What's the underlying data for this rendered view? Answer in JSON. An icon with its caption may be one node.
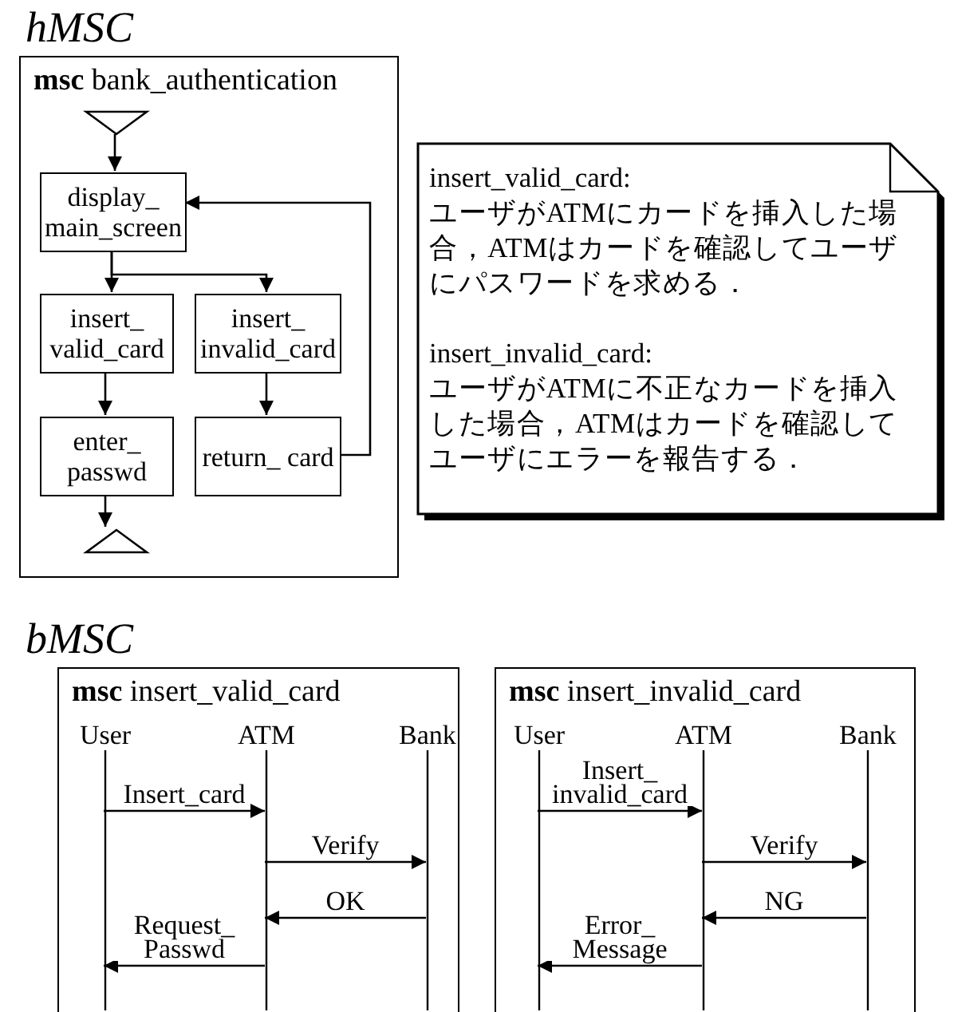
{
  "diagram": {
    "nodes": [
      {
        "text": [
          "**msc** bank_authentication"
        ]
      },
      {
        "text": [],
        "shape": "triangle",
        "in": 0
      },
      {
        "text": [
          "display_ main_screen"
        ],
        "in": 0
      },
      {
        "text": [
          "insert_ valid_card"
        ],
        "in": 0
      },
      {
        "text": [
          "insert_ invalid_card"
        ],
        "in": 0
      },
      {
        "text": [
          "enter_ passwd"
        ],
        "in": 0
      },
      {
        "text": [
          "return_ card"
        ],
        "in": 0
      },
      {
        "text": [],
        "shape": "triangle",
        "in": 0
      },
      {
        "text": [
          "insert_valid_card:",
          "ユーザがATMにカードを挿入した場合，ATMはカードを確認してユーザにパスワードを求める．",
          "insert_invalid_card:",
          "ユーザがATMに不正なカードを挿入した場合，ATMはカードを確認してユーザにエラーを報告する．"
        ]
      },
      {
        "text": [
          "**msc** insert_valid_card"
        ]
      },
      {
        "text": [
          "User"
        ],
        "in": 9
      },
      {
        "text": [
          "ATM"
        ],
        "in": 9
      },
      {
        "text": [
          "Bank"
        ],
        "in": 9
      },
      {
        "text": [
          "**msc** insert_invalid_card"
        ]
      },
      {
        "text": [
          "User"
        ],
        "in": 13
      },
      {
        "text": [
          "ATM"
        ],
        "in": 13
      },
      {
        "text": [
          "Bank"
        ],
        "in": 13
      }
    ],
    "edges": [
      {
        "from": 1,
        "to": 2,
        "arrow": "to"
      },
      {
        "from": 2,
        "to": 3,
        "arrow": "to"
      },
      {
        "from": 2,
        "to": 4,
        "arrow": "to"
      },
      {
        "from": 3,
        "to": 5,
        "arrow": "to"
      },
      {
        "from": 4,
        "to": 6,
        "arrow": "to"
      },
      {
        "from": 6,
        "to": 2,
        "arrow": "to"
      },
      {
        "from": 5,
        "to": 7,
        "arrow": "to"
      },
      {
        "from": 10,
        "to": 11,
        "arrow": "to",
        "label": "Insert_card"
      },
      {
        "from": 11,
        "to": 12,
        "arrow": "to",
        "label": "Verify"
      },
      {
        "from": 12,
        "to": 11,
        "arrow": "to",
        "label": "OK"
      },
      {
        "from": 11,
        "to": 10,
        "arrow": "to",
        "label": "Request_ Passwd"
      },
      {
        "from": 14,
        "to": 15,
        "arrow": "to",
        "label": "Insert_ invalid_card"
      },
      {
        "from": 15,
        "to": 16,
        "arrow": "to",
        "label": "Verify"
      },
      {
        "from": 16,
        "to": 15,
        "arrow": "to",
        "label": "NG"
      },
      {
        "from": 15,
        "to": 14,
        "arrow": "to",
        "label": "Error_ Message"
      }
    ],
    "labels": [
      "hMSC",
      "bMSC"
    ]
  }
}
